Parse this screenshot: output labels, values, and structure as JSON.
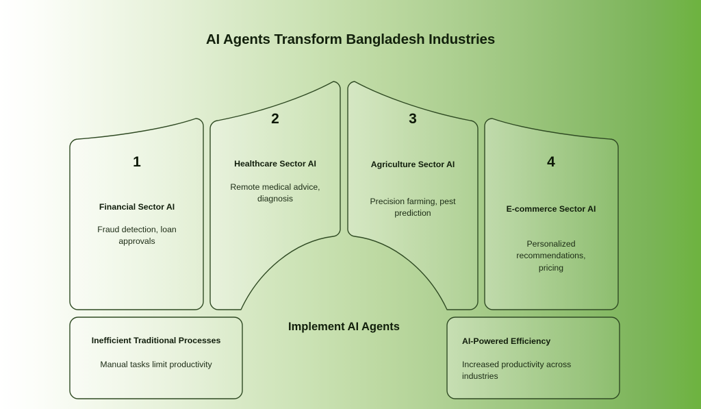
{
  "header": {
    "title": "AI Agents Transform Bangladesh Industries"
  },
  "center_caption": "Implement AI Agents",
  "panels": [
    {
      "number": "1",
      "title": "Financial Sector AI",
      "description": "Fraud detection, loan approvals"
    },
    {
      "number": "2",
      "title": "Healthcare Sector AI",
      "description": "Remote medical advice, diagnosis"
    },
    {
      "number": "3",
      "title": "Agriculture Sector AI",
      "description": "Precision farming, pest prediction"
    },
    {
      "number": "4",
      "title": "E-commerce Sector AI",
      "description": "Personalized recommendations, pricing"
    }
  ],
  "bottom_boxes": [
    {
      "title": "Inefficient Traditional Processes",
      "description": "Manual tasks limit productivity",
      "align": "center"
    },
    {
      "title": "AI-Powered Efficiency",
      "description": "Increased productivity across industries",
      "align": "left"
    }
  ],
  "colors": {
    "background_start": "#ffffff",
    "background_end": "#6db33f",
    "shape_stroke": "#2f4a23",
    "text_dark": "#101d0b"
  }
}
